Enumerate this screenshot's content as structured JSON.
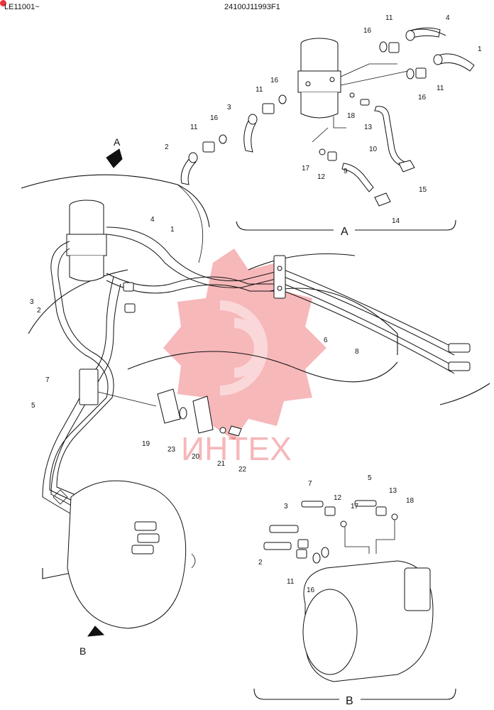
{
  "header": {
    "serial_range": "LE11001~",
    "drawing_code": "24100J11993F1"
  },
  "views": {
    "a_label": "A",
    "b_label": "B",
    "a_arrow_label": "A",
    "b_arrow_label": "B"
  },
  "watermark": {
    "text": "ИНТЕХ",
    "color": "#e8333a"
  },
  "detail_a_callouts": [
    "16",
    "11",
    "4",
    "1",
    "16",
    "11",
    "16",
    "11",
    "3",
    "18",
    "13",
    "2",
    "11",
    "16",
    "10",
    "17",
    "12",
    "9",
    "15",
    "14"
  ],
  "main_callouts": [
    "4",
    "1",
    "3",
    "2",
    "6",
    "8",
    "7",
    "5",
    "19",
    "23",
    "20",
    "21",
    "22"
  ],
  "detail_b_callouts": [
    "7",
    "5",
    "12",
    "13",
    "18",
    "3",
    "17",
    "2",
    "11",
    "16"
  ],
  "colors": {
    "line": "#111111",
    "accent": "#e8333a"
  }
}
